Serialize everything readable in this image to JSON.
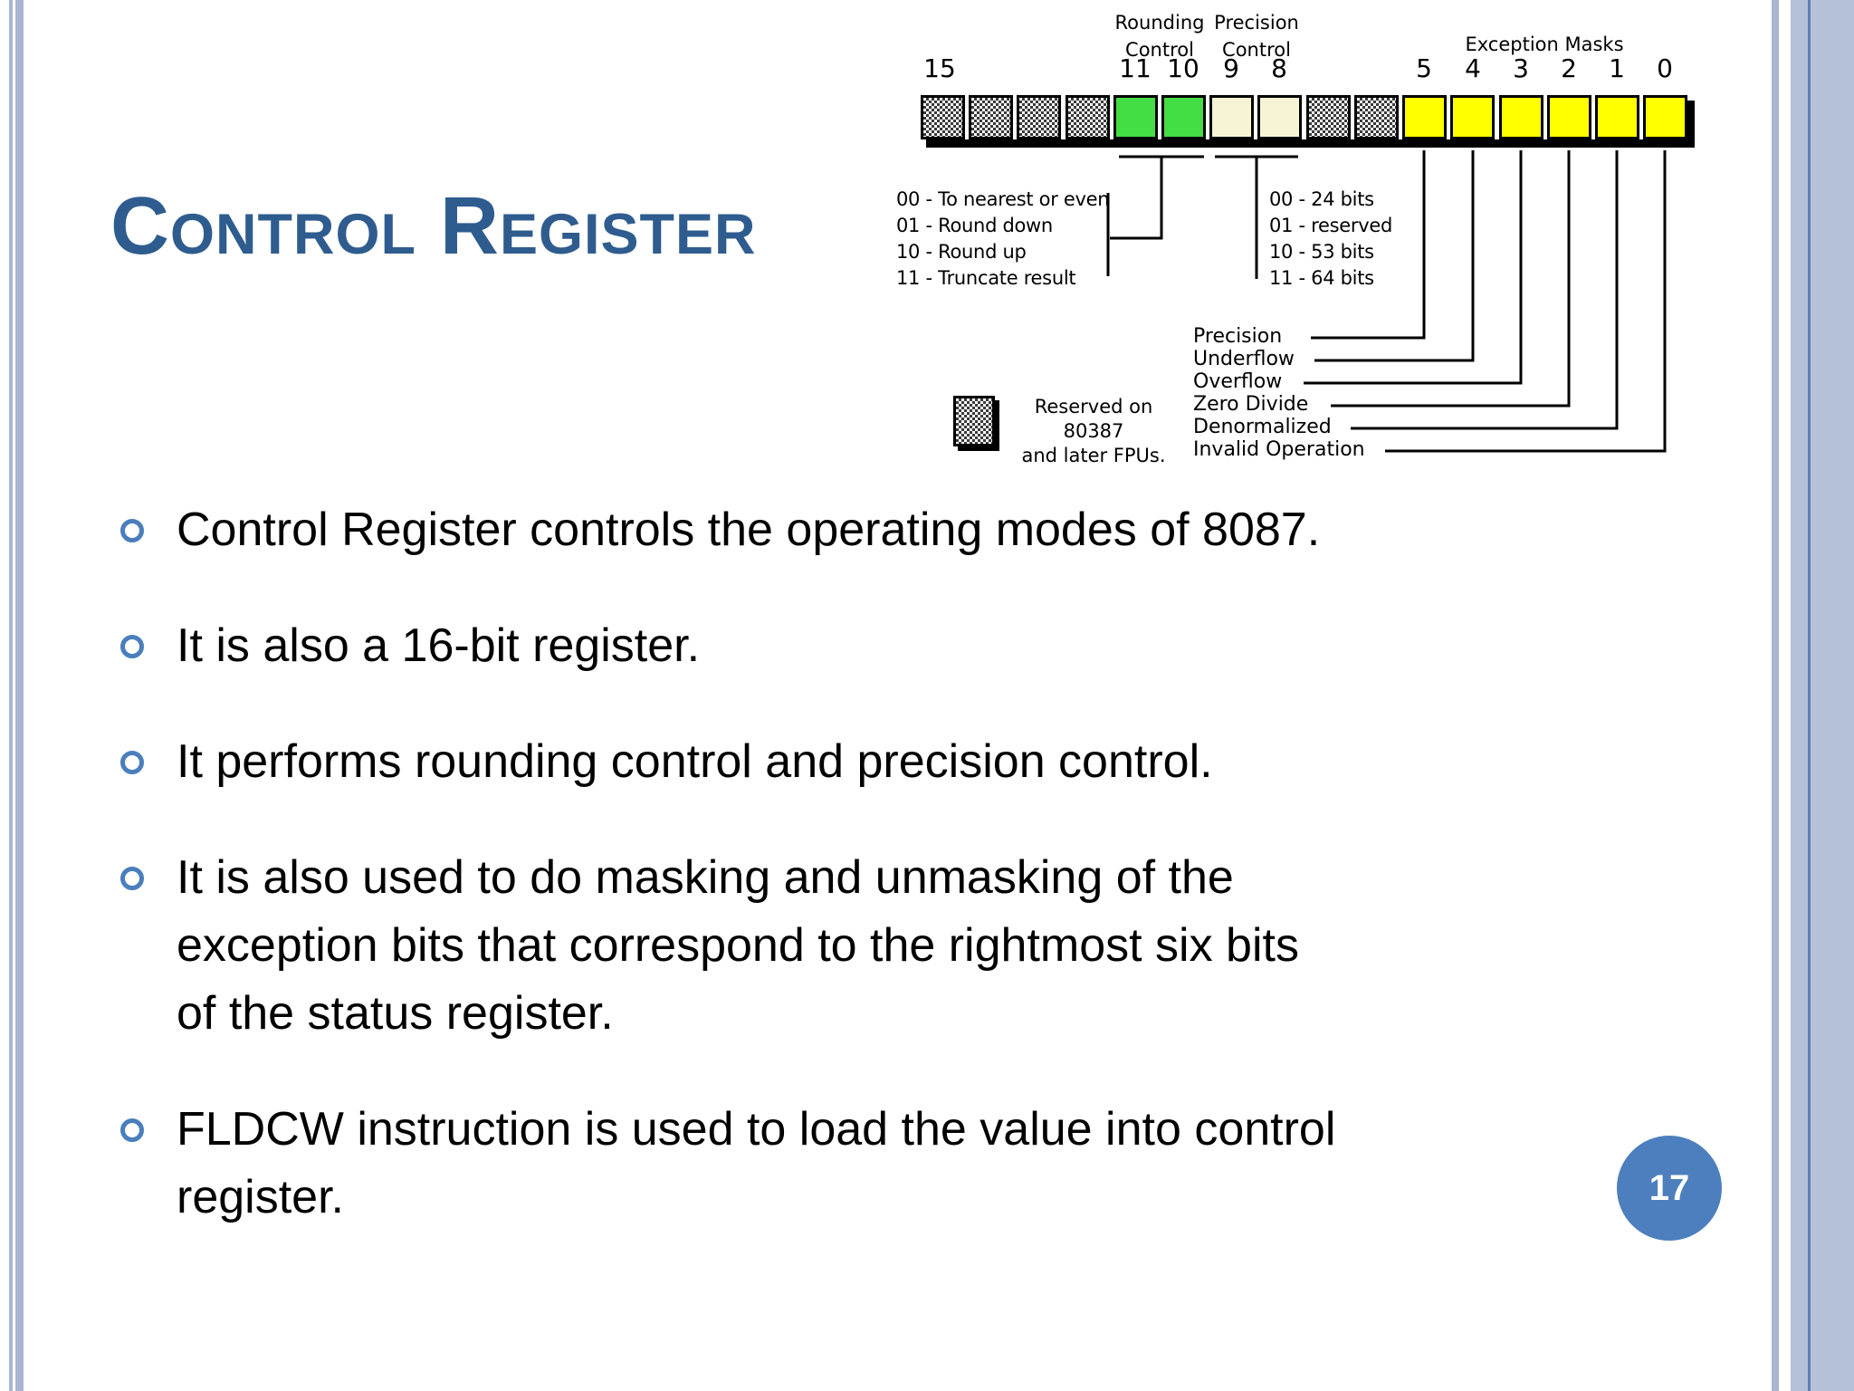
{
  "colors": {
    "title-blue": "#2f5c8f",
    "accent-blue": "#4a7ebc",
    "badge-blue": "#4d7fbe",
    "stripe-blue": "#a9b6d2",
    "band-blue": "#b5c1d9",
    "stripe-dark": "#5d80b4",
    "bit-green": "#44dd44",
    "bit-cream": "#f7f4d5",
    "bit-yellow": "#ffff00"
  },
  "slide": {
    "title": "Control Register",
    "page_number": "17"
  },
  "bullets": [
    {
      "text": "Control Register controls the operating modes of 8087."
    },
    {
      "text": "It is also a 16-bit register."
    },
    {
      "text": "It performs rounding control and precision control."
    },
    {
      "text": "It is also used to do masking and unmasking of the\nexception bits that correspond to the rightmost six bits\nof the status register."
    },
    {
      "text": "FLDCW instruction is used to load the value into control\nregister."
    }
  ],
  "diagram": {
    "headers": {
      "rounding": "Rounding\nControl",
      "precision": "Precision\nControl",
      "exception": "Exception Masks"
    },
    "bit_numbers": [
      "15",
      "11",
      "10",
      "9",
      "8",
      "5",
      "4",
      "3",
      "2",
      "1",
      "0"
    ],
    "rounding_modes": "00 - To nearest or even\n01 - Round down\n10 - Round up\n11 - Truncate result",
    "precision_modes": "00 - 24 bits\n01 - reserved\n10 - 53 bits\n11 - 64 bits",
    "exception_labels": [
      "Precision",
      "Underflow",
      "Overflow",
      "Zero Divide",
      "Denormalized",
      "Invalid Operation"
    ],
    "legend": "Reserved on 80387\nand later FPUs.",
    "bit_fields": [
      {
        "bits": "15-12",
        "role": "reserved"
      },
      {
        "bits": "11-10",
        "role": "rounding-control"
      },
      {
        "bits": "9-8",
        "role": "precision-control"
      },
      {
        "bits": "7-6",
        "role": "reserved"
      },
      {
        "bits": "5-0",
        "role": "exception-masks"
      }
    ]
  }
}
